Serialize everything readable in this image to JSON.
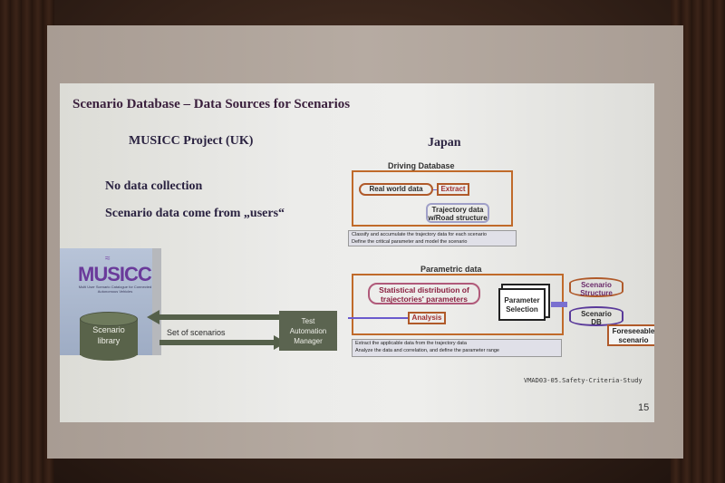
{
  "slide": {
    "title": "Scenario Database – Data Sources for Scenarios",
    "left_heading": "MUSICC Project (UK)",
    "right_heading": "Japan",
    "bullet_1": "No data collection",
    "bullet_2": "Scenario data come from „users“",
    "footer": "VMAD03-05.Safety-Criteria-Study",
    "page_number": "15"
  },
  "musicc": {
    "logo": "MUSICC",
    "subtitle": "Multi User Scenario Catalogue for Connected Autonomous Vehicles",
    "library_line1": "Scenario",
    "library_line2": "library",
    "set_of_scenarios": "Set of scenarios",
    "manager_line1": "Test",
    "manager_line2": "Automation",
    "manager_line3": "Manager"
  },
  "driving_db": {
    "label": "Driving Database",
    "real_world": "Real world data",
    "extract": "Extract",
    "trajectory_line1": "Trajectory data",
    "trajectory_line2": "w/Road structure",
    "note_1": "Classify and accumulate the trajectory data for each scenario",
    "note_2": "Define the critical parameter and model the scenario"
  },
  "parametric": {
    "label": "Parametric data",
    "distribution_line1": "Statistical distribution of",
    "distribution_line2": "trajectories' parameters",
    "parameter_line1": "Parameter",
    "parameter_line2": "Selection",
    "analysis": "Analysis",
    "structure_line1": "Scenario",
    "structure_line2": "Structure",
    "db_line1": "Scenario",
    "db_line2": "DB",
    "foreseeable_line1": "Foreseeable",
    "foreseeable_line2": "scenario",
    "note_1": "Extract the applicable data from the trajectory data",
    "note_2": "Analyze the data and correlation, and define the parameter range"
  }
}
